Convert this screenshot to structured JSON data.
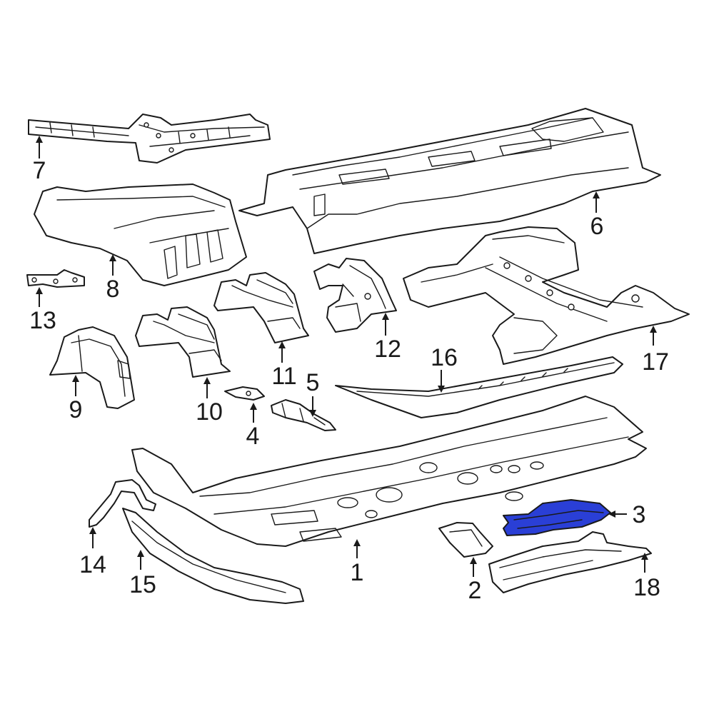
{
  "diagram": {
    "highlight_color": "#2a3fd6",
    "outline_color": "#1a1a1a",
    "highlighted_part": "3",
    "callouts": {
      "c1": "1",
      "c2": "2",
      "c3": "3",
      "c4": "4",
      "c5": "5",
      "c6": "6",
      "c7": "7",
      "c8": "8",
      "c9": "9",
      "c10": "10",
      "c11": "11",
      "c12": "12",
      "c13": "13",
      "c14": "14",
      "c15": "15",
      "c16": "16",
      "c17": "17",
      "c18": "18"
    }
  }
}
